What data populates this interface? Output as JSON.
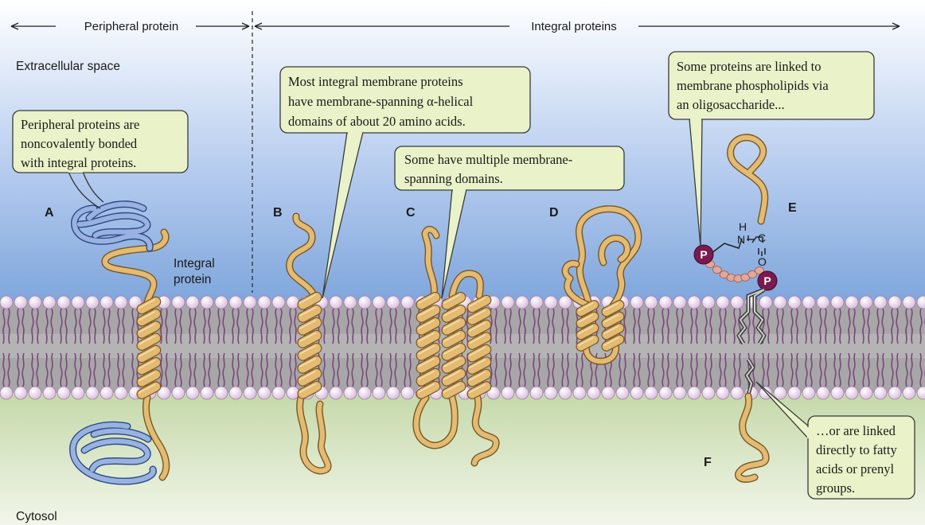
{
  "header": {
    "peripheral_label": "Peripheral protein",
    "integral_label": "Integral proteins"
  },
  "regions": {
    "extracellular": "Extracellular space",
    "cytosol": "Cytosol"
  },
  "letters": [
    "A",
    "B",
    "C",
    "D",
    "E",
    "F"
  ],
  "integral_protein_label": [
    "Integral",
    "protein"
  ],
  "callouts": {
    "peripheral": [
      "Peripheral proteins are",
      "noncovalently bonded",
      "with integral proteins."
    ],
    "alpha_helical": [
      "Most integral membrane proteins",
      "have membrane-spanning α-helical",
      "domains of about 20 amino acids."
    ],
    "multiple": [
      "Some have multiple membrane-",
      "spanning domains."
    ],
    "oligosaccharide": [
      "Some proteins are linked to",
      "membrane phospholipids via",
      "an oligosaccharide..."
    ],
    "fatty_acids": [
      "…or are linked",
      "directly to fatty",
      "acids or prenyl",
      "groups."
    ]
  },
  "chem": {
    "phosphate": "P",
    "nitrogen": "N",
    "hydrogen": "H",
    "carbon": "C",
    "oxygen": "O"
  },
  "colors": {
    "extracellular_top": "#ffffff",
    "extracellular_bottom": "#7fa6dc",
    "cytosol_top": "#c4d8a8",
    "cytosol_bottom": "#f2f6ea",
    "membrane_core": "#a7a7a7",
    "lipid_head": "#e3cde6",
    "lipid_tail": "#7b477c",
    "protein": "#e3bb72",
    "peripheral_protein": "#9ab2e0",
    "callout_fill": "#e9f2c8",
    "phosphate": "#7a1a4e"
  }
}
